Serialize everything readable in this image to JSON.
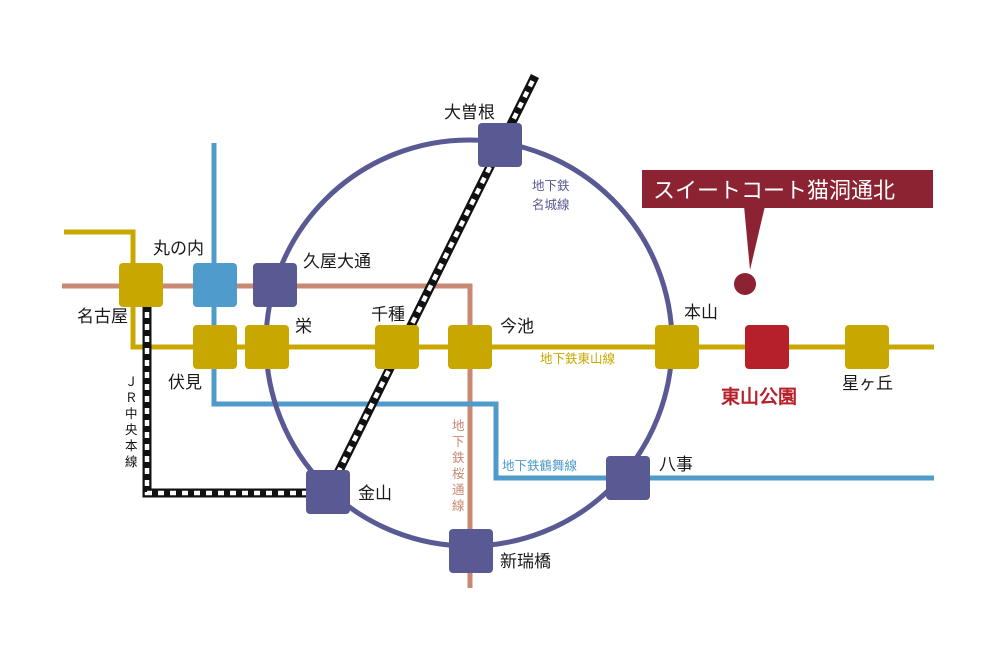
{
  "property": {
    "name": "スイートコート猫洞通北",
    "color": "#8b2332"
  },
  "lines": {
    "meijo": {
      "label_line1": "地下鉄",
      "label_line2": "名城線",
      "color": "#595a93"
    },
    "higashiyama": {
      "label": "地下鉄東山線",
      "color": "#c8a800"
    },
    "tsurumai": {
      "label": "地下鉄鶴舞線",
      "color": "#4f9bcb"
    },
    "sakuradori": {
      "label_chars": [
        "地",
        "下",
        "鉄",
        "桜",
        "通",
        "線"
      ],
      "color": "#c98873"
    },
    "jr_chuo": {
      "label_chars": [
        "Ｊ",
        "Ｒ",
        "中",
        "央",
        "本",
        "線"
      ],
      "color": "#111111"
    }
  },
  "stations": {
    "nagoya": "名古屋",
    "marunouchi": "丸の内",
    "hisaya_odori": "久屋大通",
    "fushimi": "伏見",
    "sakae": "栄",
    "chikusa": "千種",
    "imaike": "今池",
    "ozone": "大曽根",
    "motoyama": "本山",
    "higashiyama_koen": "東山公園",
    "hoshigaoka": "星ヶ丘",
    "kanayama": "金山",
    "yagoto": "八事",
    "aratamabashi": "新瑞橋"
  },
  "colors": {
    "destination": "#b5202a",
    "station_yellow": "#c8a800",
    "station_blue": "#4f9bcb",
    "station_purple": "#595a93"
  }
}
